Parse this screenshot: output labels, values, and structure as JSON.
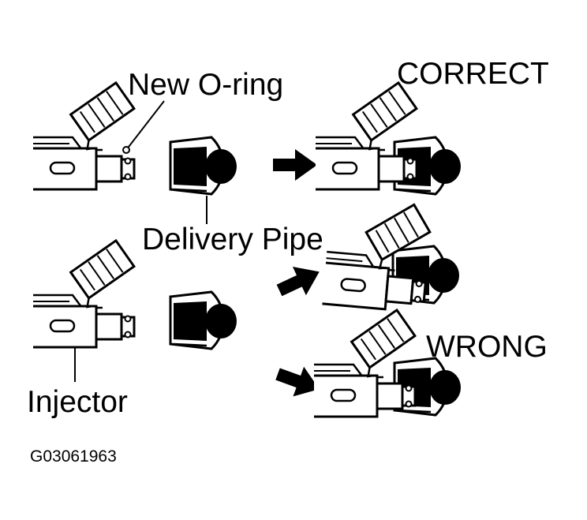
{
  "labels": {
    "new_oring": "New  O-ring",
    "correct": "CORRECT",
    "delivery_pipe": "Delivery Pipe",
    "wrong": "WRONG",
    "injector": "Injector",
    "figure_code": "G03061963"
  }
}
